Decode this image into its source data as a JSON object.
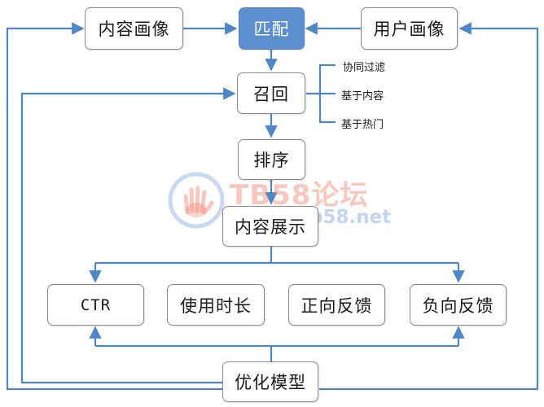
{
  "nodes": {
    "content_profile": "内容画像",
    "match": "匹配",
    "user_profile": "用户画像",
    "recall": "召回",
    "rank": "排序",
    "display": "内容展示",
    "ctr": "CTR",
    "usage_time": "使用时长",
    "positive_feedback": "正向反馈",
    "negative_feedback": "负向反馈",
    "optimize": "优化模型"
  },
  "recall_methods": [
    "协同过滤",
    "基于内容",
    "基于热门"
  ],
  "watermark": {
    "text": "TB58论坛",
    "url": "www.tb58.net"
  },
  "colors": {
    "edge": "#4f86c6",
    "highlight": "#5b8fd0"
  }
}
